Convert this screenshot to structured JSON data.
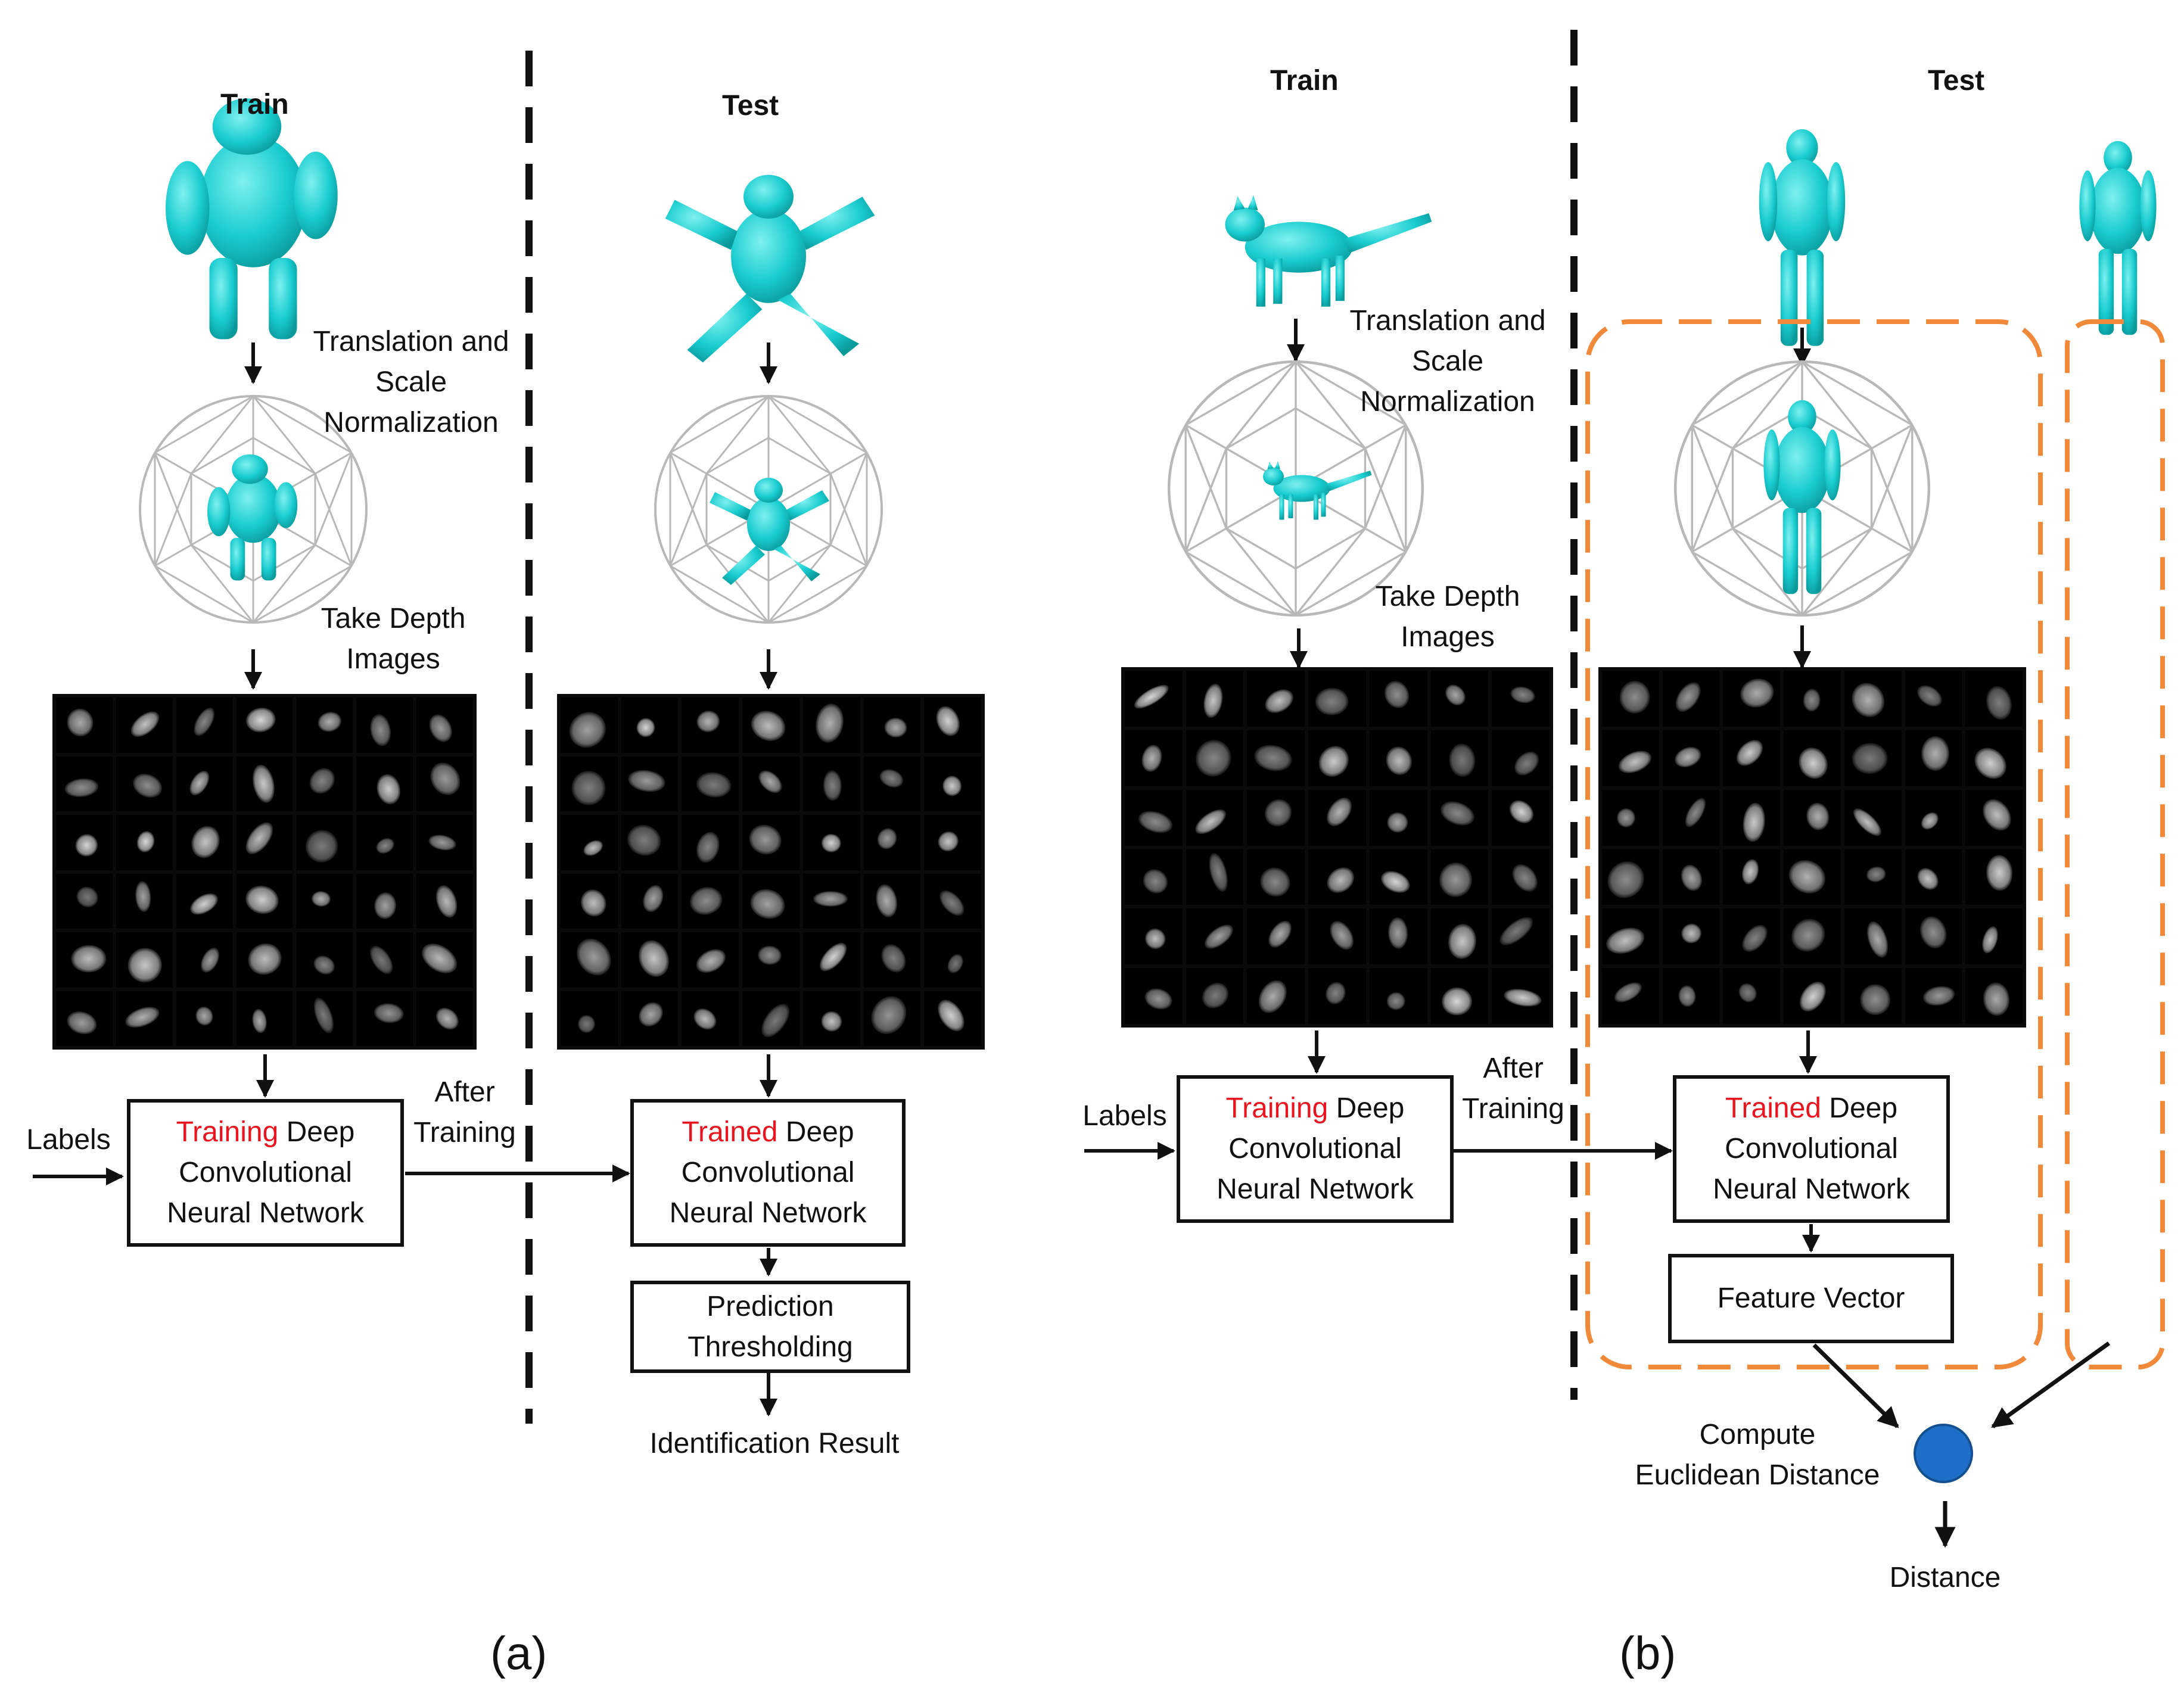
{
  "panel_a": {
    "label": "(a)",
    "train_header": "Train",
    "test_header": "Test",
    "normalization_label": "Translation and\nScale\nNormalization",
    "depth_label": "Take Depth\nImages",
    "labels_text": "Labels",
    "after_training": "After\nTraining",
    "train_box": {
      "highlight": "Training",
      "rest": " Deep\nConvolutional\nNeural Network"
    },
    "test_box": {
      "highlight": "Trained",
      "rest": " Deep\nConvolutional\nNeural Network"
    },
    "prediction_box": "Prediction\nThresholding",
    "result_label": "Identification Result"
  },
  "panel_b": {
    "label": "(b)",
    "train_header": "Train",
    "test_header": "Test",
    "normalization_label": "Translation and\nScale\nNormalization",
    "depth_label": "Take Depth\nImages",
    "labels_text": "Labels",
    "after_training": "After\nTraining",
    "train_box": {
      "highlight": "Training",
      "rest": " Deep\nConvolutional\nNeural Network"
    },
    "test_box": {
      "highlight": "Trained",
      "rest": " Deep\nConvolutional\nNeural Network"
    },
    "feature_box": "Feature Vector",
    "compute_label": "Compute\nEuclidean Distance",
    "distance_label": "Distance"
  },
  "colors": {
    "mesh": "#19cccf",
    "highlight_text": "#e8141e",
    "dashed_region": "#f0893a",
    "distance_node": "#1f6fc9"
  },
  "icons": [
    "3d-shape-icon",
    "geodesic-sphere-icon",
    "depth-image-grid",
    "distance-node-icon"
  ]
}
